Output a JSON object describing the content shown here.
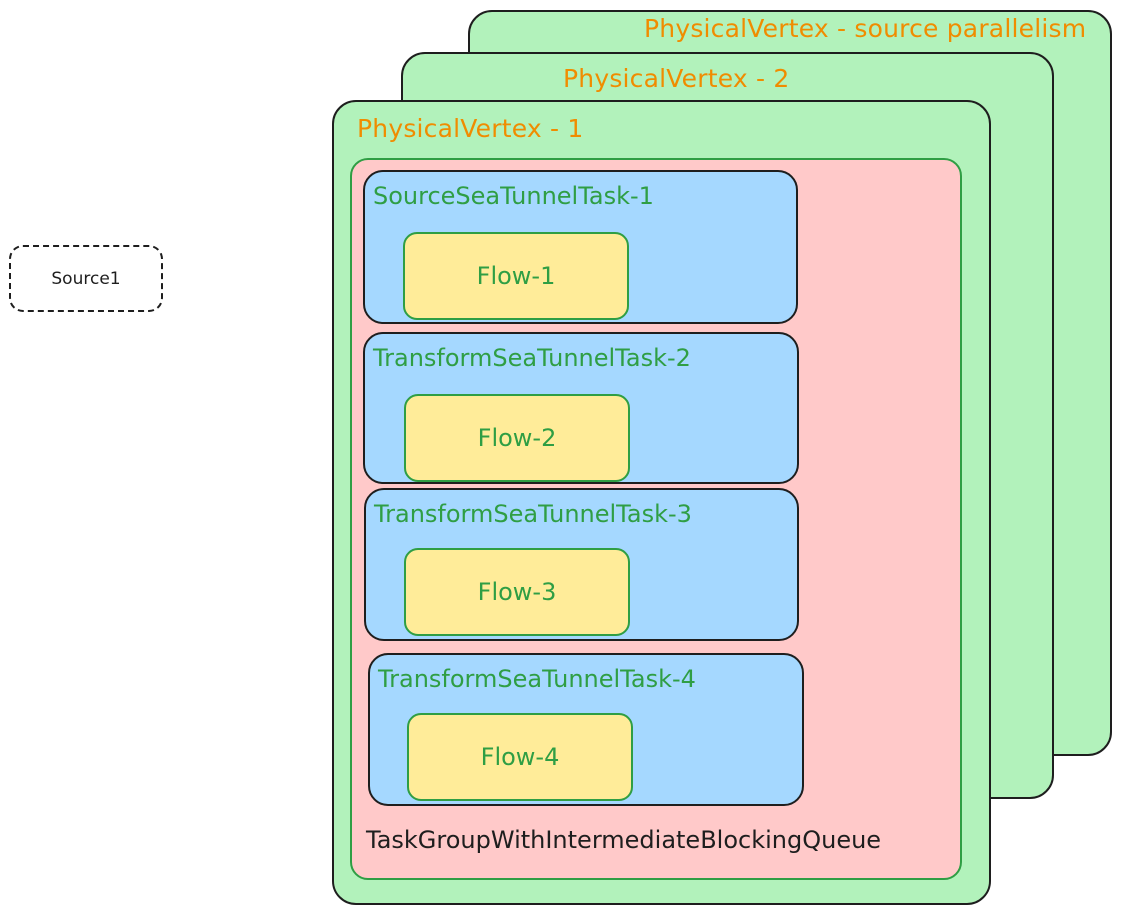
{
  "source": {
    "label": "Source1"
  },
  "vertices": {
    "back": {
      "title": "PhysicalVertex - source parallelism"
    },
    "middle": {
      "title": "PhysicalVertex - 2"
    },
    "front": {
      "title": "PhysicalVertex - 1"
    }
  },
  "task_group": {
    "label": "TaskGroupWithIntermediateBlockingQueue"
  },
  "tasks": [
    {
      "title": "SourceSeaTunnelTask-1",
      "flow": "Flow-1"
    },
    {
      "title": "TransformSeaTunnelTask-2",
      "flow": "Flow-2"
    },
    {
      "title": "TransformSeaTunnelTask-3",
      "flow": "Flow-3"
    },
    {
      "title": "TransformSeaTunnelTask-4",
      "flow": "Flow-4"
    }
  ],
  "colors": {
    "vertex_fill": "#b2f2bb",
    "vertex_title": "#f08c00",
    "task_group_fill": "#ffc9c9",
    "task_fill": "#a5d8ff",
    "flow_fill": "#ffec99",
    "green_text": "#2f9e44",
    "stroke": "#1e1e1e"
  }
}
